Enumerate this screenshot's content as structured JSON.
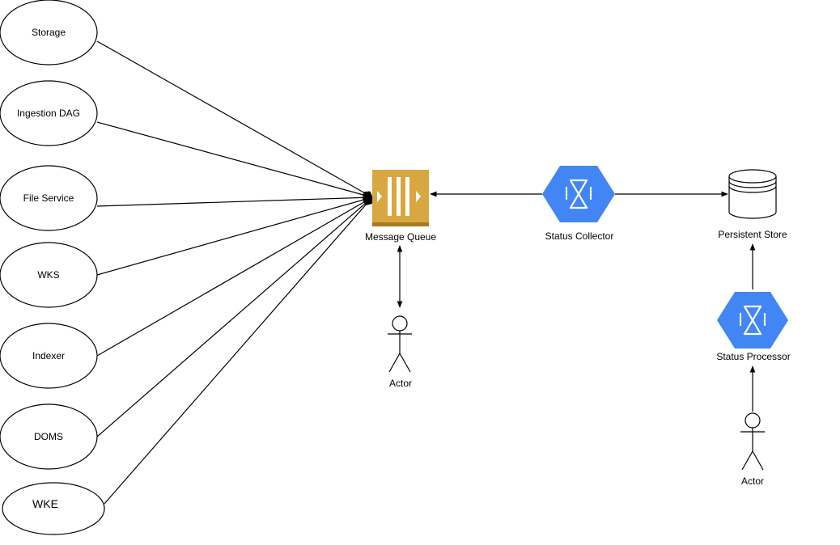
{
  "services": [
    {
      "label": "Storage"
    },
    {
      "label": "Ingestion DAG"
    },
    {
      "label": "File Service"
    },
    {
      "label": "WKS"
    },
    {
      "label": "Indexer"
    },
    {
      "label": "DOMS"
    },
    {
      "label": "WKE"
    }
  ],
  "message_queue": {
    "label": "Message Queue",
    "icon": "message-queue-icon",
    "color": "#D9A741"
  },
  "status_collector": {
    "label": "Status Collector",
    "icon": "gcp-hexagon-icon",
    "color": "#4285F4"
  },
  "persistent_store": {
    "label": "Persistent Store",
    "icon": "database-cylinder-icon"
  },
  "status_processor": {
    "label": "Status Processor",
    "icon": "gcp-hexagon-icon",
    "color": "#4285F4"
  },
  "actor_queue": {
    "label": "Actor"
  },
  "actor_processor": {
    "label": "Actor"
  }
}
